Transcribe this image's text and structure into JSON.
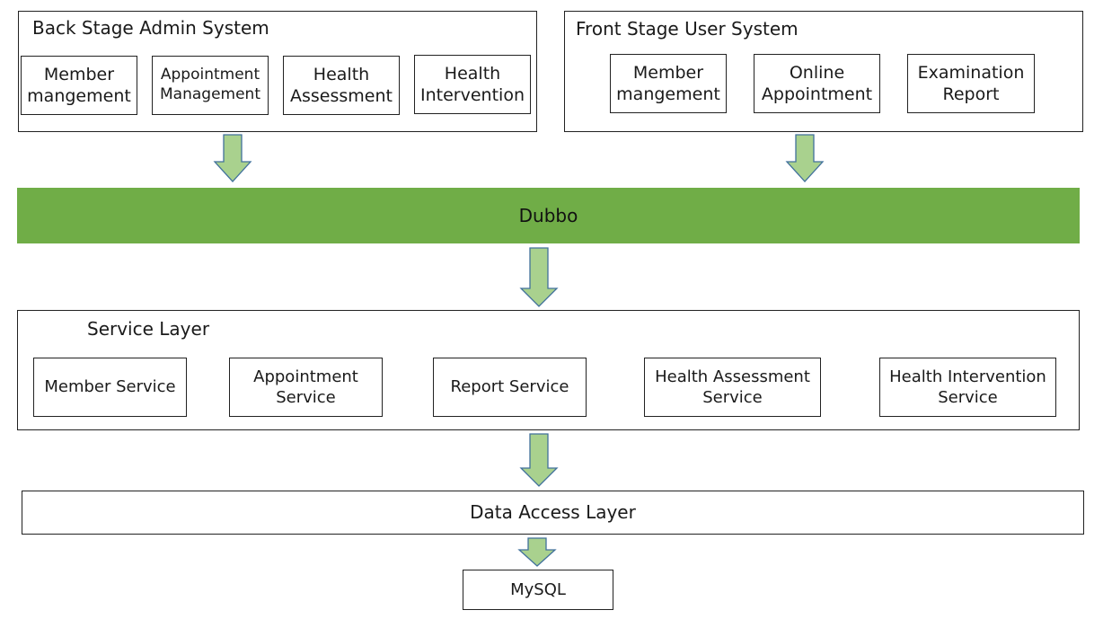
{
  "colors": {
    "bus_fill": "#70ad47",
    "arrow_fill": "#a9d18e",
    "arrow_stroke": "#41719c",
    "border": "#222222"
  },
  "back_stage": {
    "title": "Back Stage Admin System",
    "modules": [
      {
        "line1": "Member",
        "line2": "mangement"
      },
      {
        "line1": "Appointment",
        "line2": "Management"
      },
      {
        "line1": "Health",
        "line2": "Assessment"
      },
      {
        "line1": "Health",
        "line2": "Intervention"
      }
    ]
  },
  "front_stage": {
    "title": "Front Stage User System",
    "modules": [
      {
        "line1": "Member",
        "line2": "mangement"
      },
      {
        "line1": "Online",
        "line2": "Appointment"
      },
      {
        "line1": "Examination",
        "line2": "Report"
      }
    ]
  },
  "bus": {
    "label": "Dubbo"
  },
  "service_layer": {
    "title": "Service Layer",
    "services": [
      {
        "line1": "Member Service",
        "line2": ""
      },
      {
        "line1": "Appointment",
        "line2": "Service"
      },
      {
        "line1": "Report Service",
        "line2": ""
      },
      {
        "line1": "Health Assessment",
        "line2": "Service"
      },
      {
        "line1": "Health Intervention",
        "line2": "Service"
      }
    ]
  },
  "data_access": {
    "label": "Data Access Layer"
  },
  "database": {
    "label": "MySQL"
  }
}
